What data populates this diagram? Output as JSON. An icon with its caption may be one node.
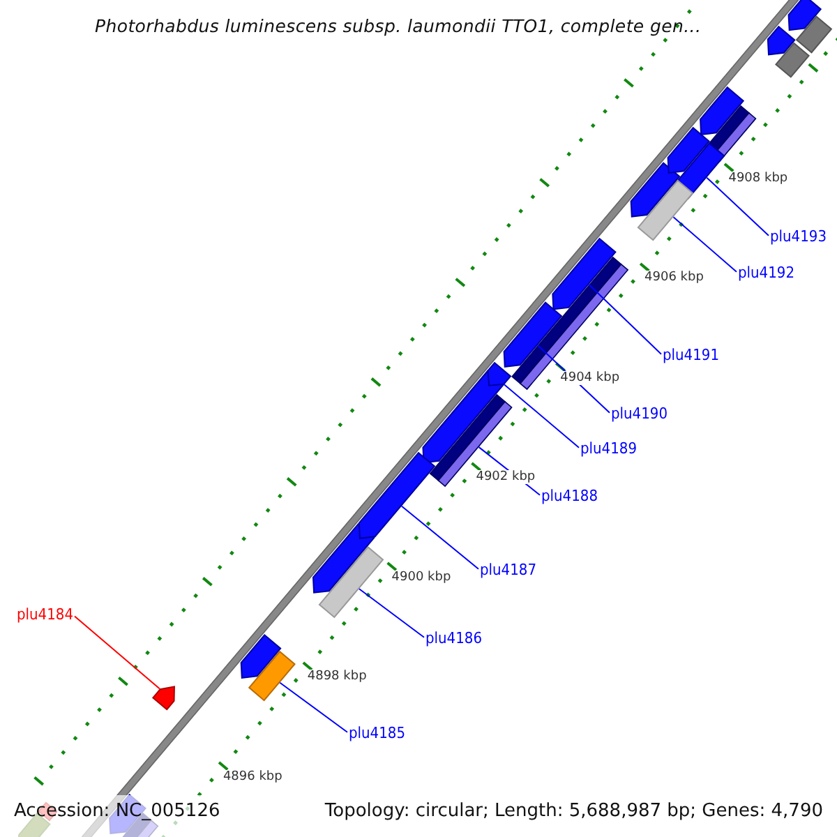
{
  "diagram": {
    "title": "Photorhabdus luminescens subsp. laumondii TTO1, complete gen...",
    "nodes": [
      {
        "text": [
          "plu4193"
        ]
      },
      {
        "text": [
          "plu4192"
        ]
      },
      {
        "text": [
          "plu4191"
        ]
      },
      {
        "text": [
          "plu4190"
        ]
      },
      {
        "text": [
          "plu4189"
        ]
      },
      {
        "text": [
          "plu4188"
        ]
      },
      {
        "text": [
          "plu4187"
        ]
      },
      {
        "text": [
          "plu4184"
        ]
      },
      {
        "text": [
          "plu4186"
        ]
      },
      {
        "text": [
          "plu4185"
        ]
      },
      {
        "text": [],
        "shape": "bar"
      },
      {
        "text": [],
        "shape": "bar"
      },
      {
        "text": [],
        "shape": "pentagon"
      },
      {
        "text": [],
        "shape": "pentagon"
      },
      {
        "text": [],
        "shape": "pentagon"
      },
      {
        "text": [],
        "shape": "bar"
      },
      {
        "text": [],
        "shape": "pentagon"
      },
      {
        "text": [],
        "shape": "pentagon"
      },
      {
        "text": [],
        "shape": "bar"
      },
      {
        "text": [],
        "shape": "bar"
      }
    ],
    "edges": [
      {
        "from": 0,
        "to": 10,
        "arrow": "none"
      },
      {
        "from": 1,
        "to": 11,
        "arrow": "none"
      },
      {
        "from": 2,
        "to": 12,
        "arrow": "none"
      },
      {
        "from": 3,
        "to": 13,
        "arrow": "none"
      },
      {
        "from": 4,
        "to": 14,
        "arrow": "none"
      },
      {
        "from": 5,
        "to": 15,
        "arrow": "none"
      },
      {
        "from": 6,
        "to": 16,
        "arrow": "none"
      },
      {
        "from": 7,
        "to": 17,
        "arrow": "none",
        "color": "#ff0000"
      },
      {
        "from": 8,
        "to": 18,
        "arrow": "none"
      },
      {
        "from": 9,
        "to": 19,
        "arrow": "none"
      }
    ],
    "labels": [
      "4908 kbp",
      "4906 kbp",
      "4904 kbp",
      "4902 kbp",
      "4900 kbp",
      "4898 kbp",
      "4896 kbp",
      "Accession: NC_005126",
      "Topology: circular; Length: 5,688,987 bp; Genes: 4,790"
    ]
  }
}
